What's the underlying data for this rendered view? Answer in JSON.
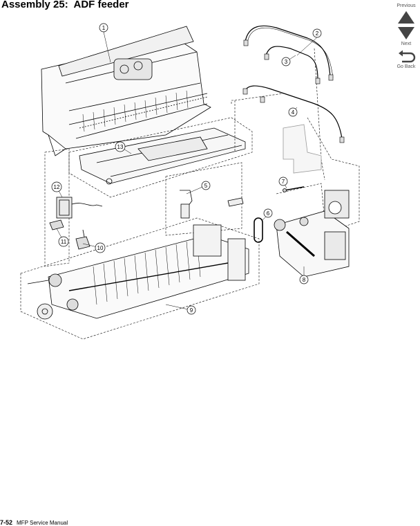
{
  "page": {
    "title": "Assembly 25:  ADF feeder",
    "footer_page": "7-52",
    "footer_text": "MFP Service Manual"
  },
  "nav": {
    "previous_label": "Previous",
    "next_label": "Next",
    "go_back_label": "Go Back"
  },
  "callouts": [
    "1",
    "2",
    "3",
    "4",
    "5",
    "6",
    "7",
    "8",
    "9",
    "10",
    "11",
    "12",
    "13"
  ]
}
